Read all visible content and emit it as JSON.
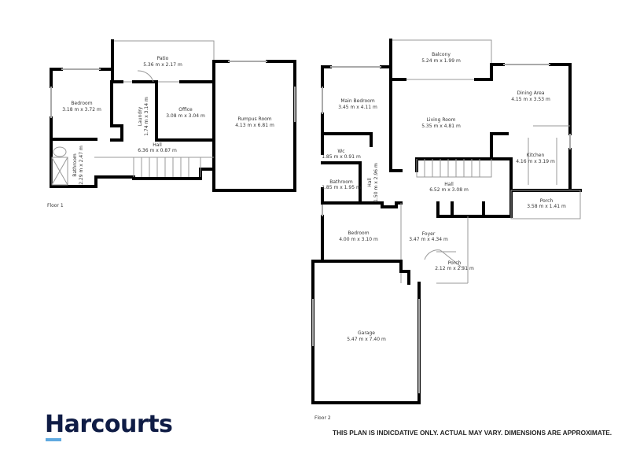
{
  "brand": {
    "name": "Harcourts",
    "accent": "#5fa9e0",
    "color": "#0f1c45"
  },
  "disclaimer": "THIS PLAN IS INDICDATIVE ONLY. ACTUAL MAY VARY. DIMENSIONS ARE APPROXIMATE.",
  "floor1": {
    "label": "Floor 1",
    "rooms": {
      "patio": {
        "name": "Patio",
        "size": "5.36 m x 2.17 m"
      },
      "bedroom": {
        "name": "Bedroom",
        "size": "3.18 m x 3.72 m"
      },
      "laundry": {
        "name": "Laundry",
        "size": "1.74 m x 3.14 m"
      },
      "office": {
        "name": "Office",
        "size": "3.08 m x 3.04 m"
      },
      "rumpus": {
        "name": "Rumpus Room",
        "size": "4.13 m x 6.81 m"
      },
      "hall": {
        "name": "Hall",
        "size": "6.36 m x 0.87 m"
      },
      "bathroom": {
        "name": "Bathroom",
        "size": "2.29 m x 2.47 m"
      }
    }
  },
  "floor2": {
    "label": "Floor 2",
    "rooms": {
      "balcony": {
        "name": "Balcony",
        "size": "5.24 m x 1.99 m"
      },
      "main_bedroom": {
        "name": "Main Bedroom",
        "size": "3.45 m x 4.11 m"
      },
      "living": {
        "name": "Living Room",
        "size": "5.35 m x 4.81 m"
      },
      "dining": {
        "name": "Dining Area",
        "size": "4.15 m x 3.53 m"
      },
      "kitchen": {
        "name": "Kitchen",
        "size": "4.16 m x 3.19 m"
      },
      "wc": {
        "name": "Wc",
        "size": "1.85 m x 0.91 m"
      },
      "bathroom": {
        "name": "Bathroom",
        "size": "1.85 m x 1.95 m"
      },
      "hall_small": {
        "name": "Hall",
        "size": "1.50 m x 2.96 m"
      },
      "hall": {
        "name": "Hall",
        "size": "6.52 m x 3.08 m"
      },
      "porch_rear": {
        "name": "Porch",
        "size": "3.58 m x 1.41 m"
      },
      "bedroom": {
        "name": "Bedroom",
        "size": "4.00 m x 3.10 m"
      },
      "foyer": {
        "name": "Foyer",
        "size": "3.47 m x 4.34 m"
      },
      "porch_front": {
        "name": "Porch",
        "size": "2.12 m x 2.31 m"
      },
      "garage": {
        "name": "Garage",
        "size": "5.47 m x 7.40 m"
      }
    }
  }
}
